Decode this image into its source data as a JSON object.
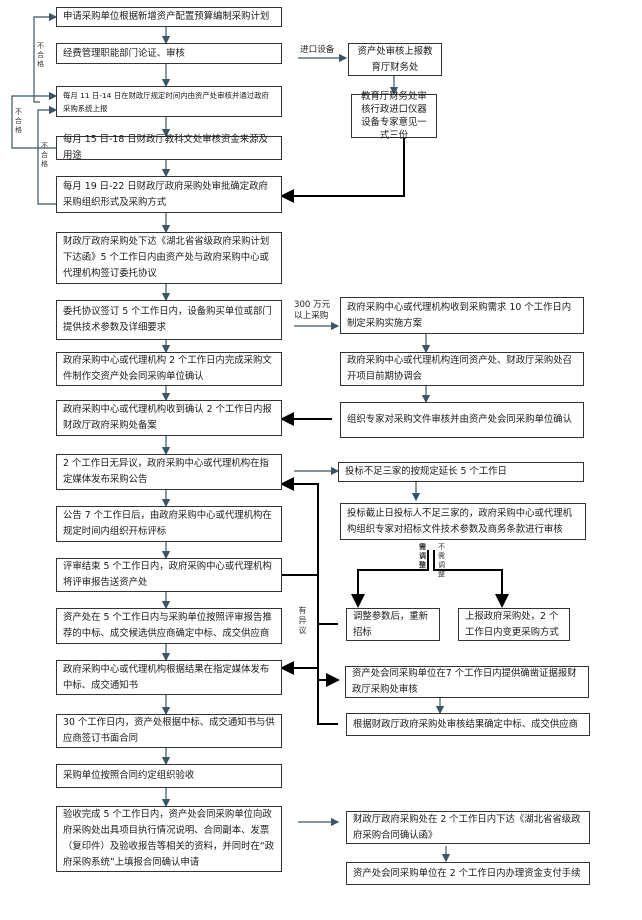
{
  "flowchart": {
    "main_steps": [
      {
        "id": "s1",
        "text": "申请采购单位根据新增资产配置预算编制采购计划"
      },
      {
        "id": "s2",
        "text": "经费管理职能部门论证、审核"
      },
      {
        "id": "s3",
        "text": "每月 11 日-14 日在财政厅规定时间内由资产处审核并通过政府采购系统上报"
      },
      {
        "id": "s4",
        "text": "每月 15 日-18 日财政厅教科文处审核资金来源及用途"
      },
      {
        "id": "s5",
        "text": "每月 19 日-22 日财政厅政府采购处审批确定政府采购组织形式及采购方式"
      },
      {
        "id": "s6",
        "text": "财政厅政府采购处下达《湖北省省级政府采购计划下达函》5 个工作日内由资产处与政府采购中心或代理机构签订委托协议"
      },
      {
        "id": "s7",
        "text": "委托协议签订 5 个工作日内，设备购买单位或部门提供技术参数及详细要求"
      },
      {
        "id": "s8",
        "text": "政府采购中心或代理机构 2 个工作日内完成采购文件制作交资产处会同采购单位确认"
      },
      {
        "id": "s9",
        "text": "政府采购中心或代理机构收到确认 2 个工作日内报财政厅政府采购处备案"
      },
      {
        "id": "s10",
        "text": "2 个工作日无异议，政府采购中心或代理机构在指定媒体发布采购公告"
      },
      {
        "id": "s11",
        "text": "公告 7 个工作日后，由政府采购中心或代理机构在规定时间内组织开标评标"
      },
      {
        "id": "s12",
        "text": "评审结束 5 个工作日内，政府采购中心或代理机构将评审报告送资产处"
      },
      {
        "id": "s13",
        "text": "资产处在 5 个工作日内与采购单位按照评审报告推荐的中标、成交候选供应商确定中标、成交供应商"
      },
      {
        "id": "s14",
        "text": "政府采购中心或代理机构根据结果在指定媒体发布中标、成交通知书"
      },
      {
        "id": "s15",
        "text": "30 个工作日内，资产处根据中标、成交通知书与供应商签订书面合同"
      },
      {
        "id": "s16",
        "text": "采购单位按照合同约定组织验收"
      },
      {
        "id": "s17",
        "text": "验收完成 5 个工作日内，资产处会同采购单位向政府采购处出具项目执行情况说明、合同副本、发票（复印件）及验收报告等相关的资料，并同时在“政府采购系统”上填报合同确认申请"
      }
    ],
    "side_steps": [
      {
        "id": "r1",
        "text": "资产处审核上报教育厅财务处"
      },
      {
        "id": "r2",
        "text": "教育厅财务处审核行政进口仪器设备专家意见一式三份"
      },
      {
        "id": "r3",
        "text": "政府采购中心或代理机构收到采购需求 10 个工作日内制定采购实施方案"
      },
      {
        "id": "r4",
        "text": "政府采购中心或代理机构连同资产处、财政厅采购处召开项目前期协调会"
      },
      {
        "id": "r5",
        "text": "组织专家对采购文件审核并由资产处会同采购单位确认"
      },
      {
        "id": "r6",
        "text": "投标不足三家的按规定延长 5 个工作日"
      },
      {
        "id": "r7",
        "text": "投标截止日投标人不足三家的，政府采购中心或代理机构组织专家对招标文件技术参数及商务条款进行审核"
      },
      {
        "id": "r8",
        "text": "调整参数后，重新招标"
      },
      {
        "id": "r9",
        "text": "上报政府采购处，2 个工作日内变更采购方式"
      },
      {
        "id": "r10",
        "text": "资产处会同采购单位在7 个工作日内提供确凿证据报财政厅采购处审核"
      },
      {
        "id": "r11",
        "text": "根据财政厅政府采购处审核结果确定中标、成交供应商"
      },
      {
        "id": "r12",
        "text": "财政厅政府采购处在 2 个工作日内下达《湖北省省级政府采购合同确认函》"
      },
      {
        "id": "r13",
        "text": "资产处会同采购单位在 2 个工作日内办理资金支付手续"
      }
    ],
    "edge_labels": {
      "imported_equipment": "进口设备",
      "over_3m": "300 万元以上采购",
      "disqualified": "不合格",
      "needs_adjust": "需调整",
      "no_adjust": "不需调整",
      "objection": "有异议"
    }
  }
}
